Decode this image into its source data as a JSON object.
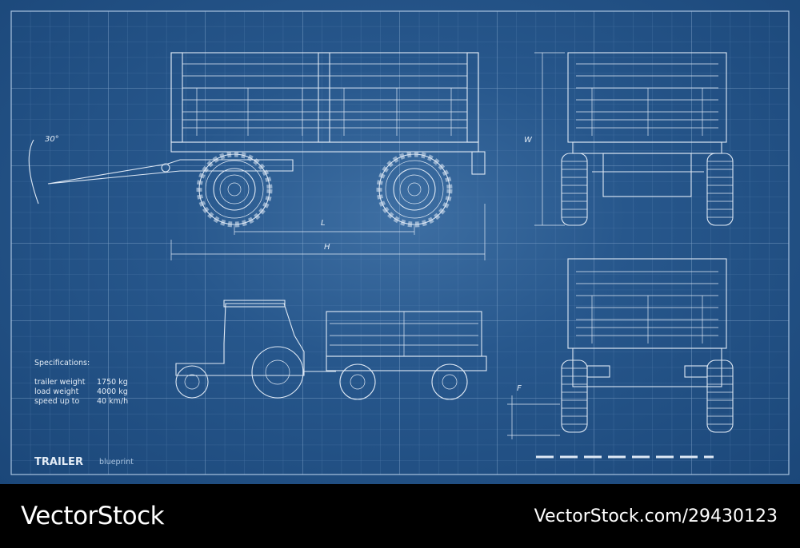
{
  "blueprint": {
    "title": "TRAILER",
    "subtitle": "blueprint",
    "angle_label": "30°",
    "dimension_labels": {
      "length_wheelbase": "L",
      "length_total": "H",
      "width": "W",
      "clearance": "F"
    },
    "specifications": {
      "heading": "Specifications:",
      "rows": [
        {
          "label": "trailer weight",
          "value": "1750 kg"
        },
        {
          "label": "load weight",
          "value": "4000 kg"
        },
        {
          "label": "speed up to",
          "value": "40 km/h"
        }
      ]
    },
    "colors": {
      "background": "#27578c",
      "lines": "#dfe9f5",
      "footer": "#000000"
    }
  },
  "watermark": {
    "brand": "VectorStock",
    "id_text": "VectorStock.com/29430123"
  }
}
